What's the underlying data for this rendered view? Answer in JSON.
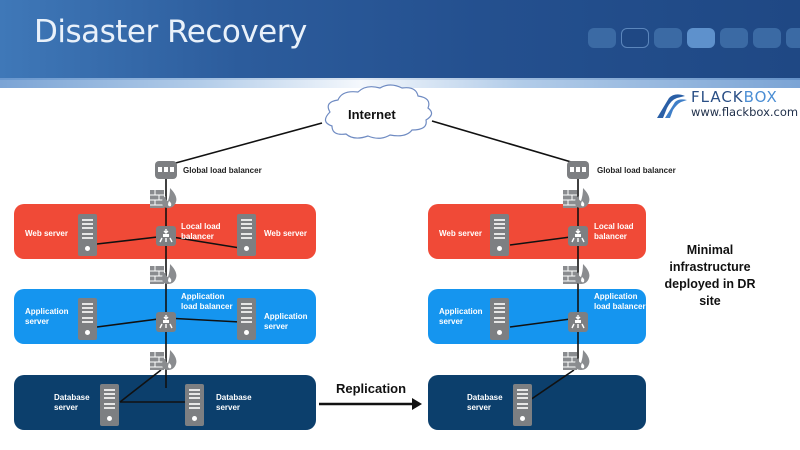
{
  "header": {
    "title": "Disaster Recovery",
    "decor_pill_count": 7
  },
  "brand": {
    "name_primary": "FLACK",
    "name_secondary": "BOX",
    "url": "www.flackbox.com",
    "icon": "flackbox-logo-icon"
  },
  "colors": {
    "header_blue": "#24508f",
    "web_tier": "#f04a37",
    "app_tier": "#1595ef",
    "db_tier": "#0c3f6c",
    "device_gray": "#7d7f82",
    "line": "#111111"
  },
  "internet": {
    "label": "Internet",
    "icon": "cloud-icon"
  },
  "primary_site": {
    "global_lb": {
      "label": "Global load balancer",
      "icon": "global-load-balancer-icon"
    },
    "web_tier": {
      "left_server": "Web server",
      "right_server": "Web server",
      "lb_line1": "Local load",
      "lb_line2": "balancer"
    },
    "app_tier": {
      "left_server_line1": "Application",
      "left_server_line2": "server",
      "right_server_line1": "Application",
      "right_server_line2": "server",
      "lb_line1": "Application",
      "lb_line2": "load balancer"
    },
    "db_tier": {
      "left_server_line1": "Database",
      "left_server_line2": "server",
      "right_server_line1": "Database",
      "right_server_line2": "server"
    }
  },
  "dr_site": {
    "global_lb": {
      "label": "Global load balancer",
      "icon": "global-load-balancer-icon"
    },
    "web_tier": {
      "server": "Web server",
      "lb_line1": "Local load",
      "lb_line2": "balancer"
    },
    "app_tier": {
      "server_line1": "Application",
      "server_line2": "server",
      "lb_line1": "Application",
      "lb_line2": "load balancer"
    },
    "db_tier": {
      "server_line1": "Database",
      "server_line2": "server"
    }
  },
  "replication": {
    "label": "Replication",
    "icon": "arrow-right-icon"
  },
  "note": {
    "line1": "Minimal",
    "line2": "infrastructure",
    "line3": "deployed in DR",
    "line4": "site"
  }
}
